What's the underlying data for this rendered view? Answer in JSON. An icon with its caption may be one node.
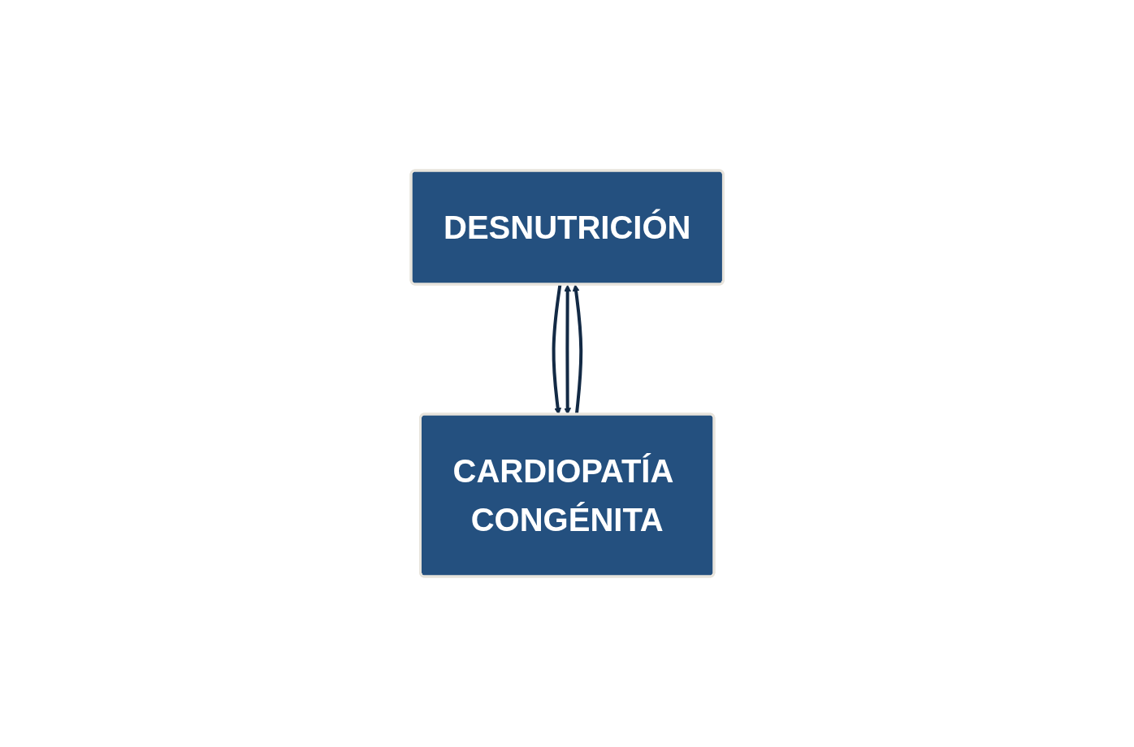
{
  "diagram": {
    "nodes": [
      {
        "text": [
          "DESNUTRICIÓN"
        ]
      },
      {
        "text": [
          "CARDIOPATÍA CONGÉNITA"
        ]
      }
    ],
    "edges": [
      {
        "from": 0,
        "to": 1,
        "arrow": "to"
      },
      {
        "from": 1,
        "to": 0,
        "arrow": "to"
      },
      {
        "from": 0,
        "to": 1,
        "arrow": "both"
      }
    ]
  }
}
